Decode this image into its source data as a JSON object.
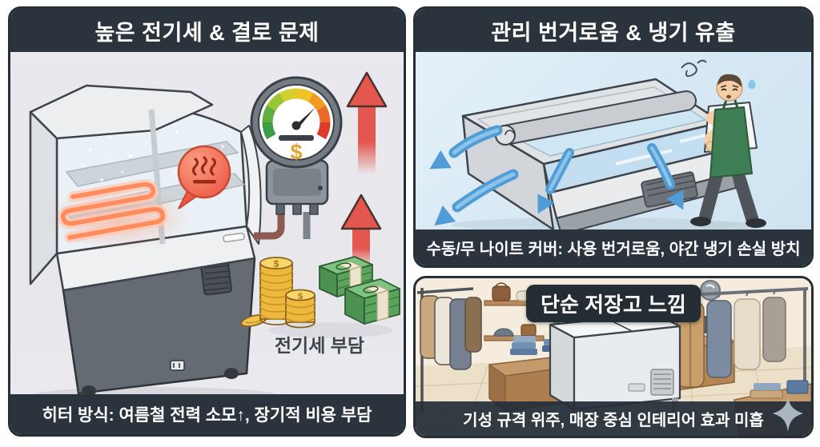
{
  "colors": {
    "title_bar_bg": "#2b333d",
    "title_text": "#ffffff",
    "left_panel_bg": "#e9e9ed",
    "top_right_panel_bg": "#d9e9f4",
    "bottom_right_panel_bg": "#f5ecdd",
    "alert_red_arrow": "#e4574e",
    "heater_coil_glow": "#ff8a5a",
    "heat_bubble": "#ee5743",
    "cold_air_blue": "#4f9cd6",
    "coin_gold": "#f2c14e",
    "cash_green": "#5aa45e",
    "apron_green": "#3f7e55",
    "sparkle_gray": "#aab6bf"
  },
  "left_panel": {
    "title": "높은 전기세 & 결로 문제",
    "caption": "히터 방식: 여름철 전력 소모↑, 장기적 비용 부담",
    "money_label": "전기세 부담",
    "gauge": {
      "currency_symbol": "$"
    },
    "coins": {
      "symbol": "$"
    }
  },
  "top_right_panel": {
    "title": "관리 번거로움 & 냉기 유출",
    "caption": "수동/무 나이트 커버: 사용 번거로움, 야간 냉기 손실 방치"
  },
  "bottom_right_panel": {
    "title": "단순 저장고 느낌",
    "caption": "기성 규격 위주, 매장 중심 인테리어 효과 미흡"
  }
}
